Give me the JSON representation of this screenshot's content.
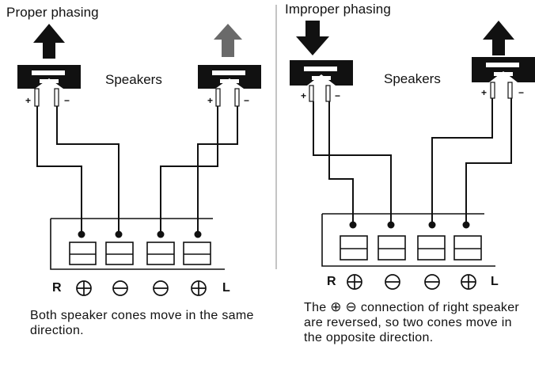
{
  "left_panel": {
    "title": "Proper phasing",
    "speakers_label": "Speakers",
    "terminal_side_right": "R",
    "terminal_side_left": "L",
    "speaker_right_plus": "+",
    "speaker_right_minus": "−",
    "speaker_left_plus": "+",
    "speaker_left_minus": "−",
    "caption": "Both speaker cones move in the same direction."
  },
  "right_panel": {
    "title": "Improper phasing",
    "speakers_label": "Speakers",
    "terminal_side_right": "R",
    "terminal_side_left": "L",
    "speaker_right_plus": "+",
    "speaker_right_minus": "−",
    "speaker_left_plus": "+",
    "speaker_left_minus": "−",
    "caption_prefix": "The",
    "caption_plus_symbol": "⊕",
    "caption_minus_symbol": "⊖",
    "caption_rest": "connection of right speaker are reversed, so two cones move in the opposite direction."
  },
  "colors": {
    "ink": "#111111",
    "arrow_dark": "#111111",
    "arrow_gray": "#6a6a6a",
    "background": "#ffffff"
  }
}
